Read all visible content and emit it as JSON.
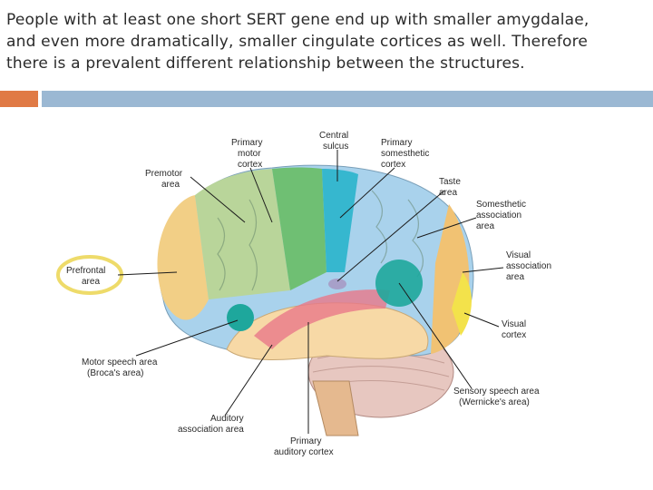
{
  "slide": {
    "text_lines": [
      "People with at least one short SERT gene end up with smaller amygdalae,",
      "and even more dramatically, smaller cingulate cortices as well. Therefore",
      "there is a prevalent different relationship between the structures."
    ],
    "accent_colors": {
      "orange": "#e07a45",
      "blue": "#9bb8d3"
    }
  },
  "diagram": {
    "labels": {
      "primary_motor": [
        "Primary",
        "motor",
        "cortex"
      ],
      "central_sulcus": [
        "Central",
        "sulcus"
      ],
      "primary_somesthetic": [
        "Primary",
        "somesthetic",
        "cortex"
      ],
      "premotor": [
        "Premotor",
        "area"
      ],
      "taste": [
        "Taste",
        "area"
      ],
      "somesthetic_assoc": [
        "Somesthetic",
        "association",
        "area"
      ],
      "prefrontal": [
        "Prefrontal",
        "area"
      ],
      "visual_assoc": [
        "Visual",
        "association",
        "area"
      ],
      "visual_cortex": [
        "Visual",
        "cortex"
      ],
      "motor_speech": [
        "Motor speech area",
        "(Broca's area)"
      ],
      "sensory_speech": [
        "Sensory speech area",
        "(Wernicke's area)"
      ],
      "auditory_assoc": [
        "Auditory",
        "association area"
      ],
      "primary_auditory": [
        "Primary",
        "auditory cortex"
      ]
    },
    "region_colors": {
      "prefrontal": "#f2cf86",
      "premotor": "#b9d59a",
      "motor": "#6fbf73",
      "central_sulcus": "#36b7cf",
      "somesthetic": "#a9d2ec",
      "visual_assoc": "#f1c273",
      "visual": "#f3e24b",
      "temporal": "#f7d9a6",
      "auditory": "#e9788a",
      "cerebellum": "#e7c7c0",
      "speech": "#1ea79c"
    }
  }
}
